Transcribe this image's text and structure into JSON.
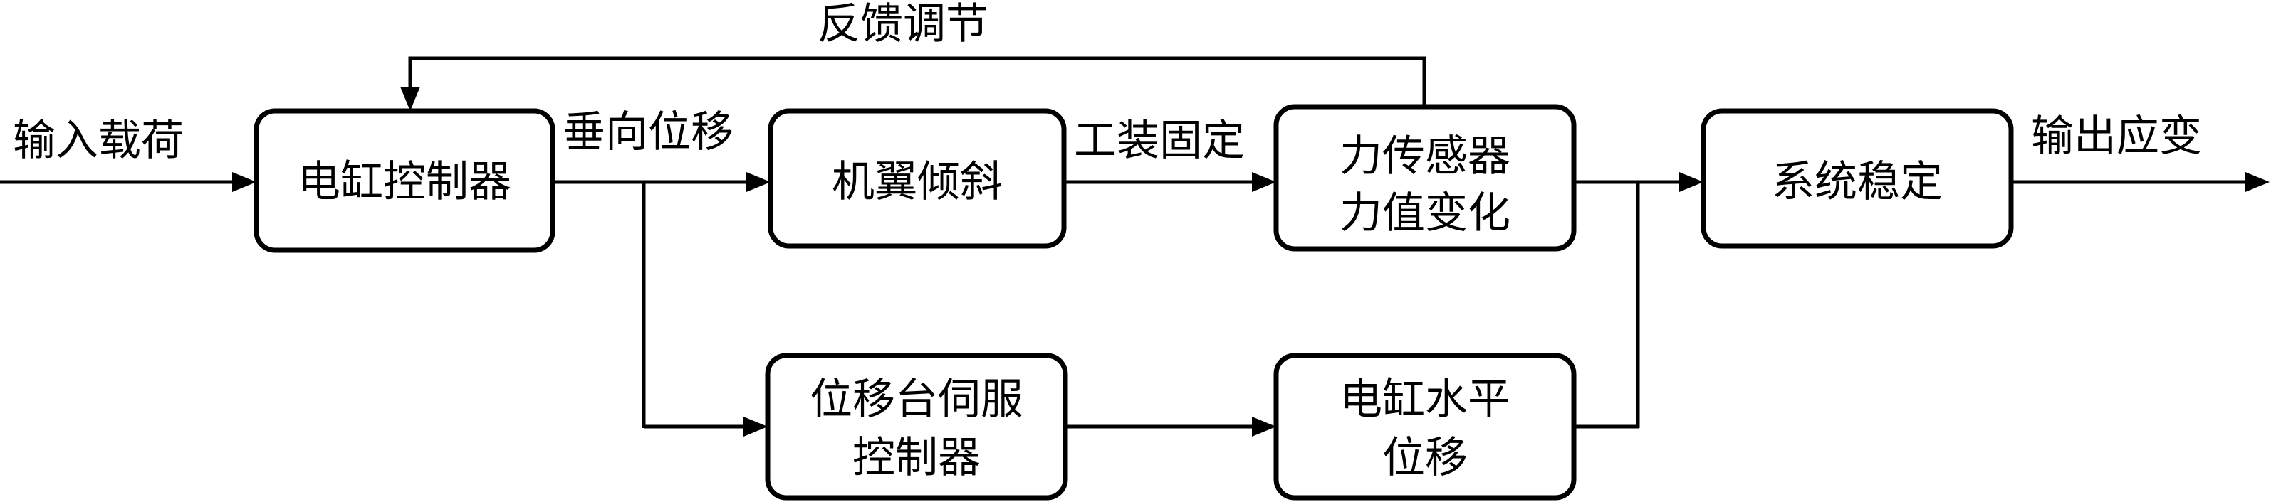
{
  "diagram": {
    "labels": {
      "input": "输入载荷",
      "output": "输出应变",
      "feedback": "反馈调节",
      "vertical_displacement": "垂向位移",
      "fixture": "工装固定"
    },
    "blocks": {
      "cylinder_controller": "电缸控制器",
      "wing_tilt": "机翼倾斜",
      "force_sensor_line1": "力传感器",
      "force_sensor_line2": "力值变化",
      "system_stable": "系统稳定",
      "servo_line1": "位移台伺服",
      "servo_line2": "控制器",
      "horizontal_line1": "电缸水平",
      "horizontal_line2": "位移"
    }
  }
}
